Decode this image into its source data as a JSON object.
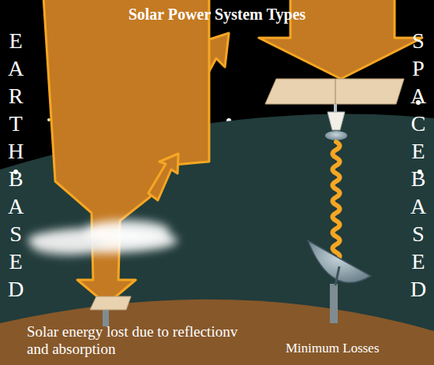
{
  "diagram": {
    "title": "Solar Power System Types",
    "labels": [
      "EARTH BASED",
      "SPACE BASED",
      "Solar energy lost due to reflectionv and absorption",
      "Minimum Losses"
    ]
  }
}
